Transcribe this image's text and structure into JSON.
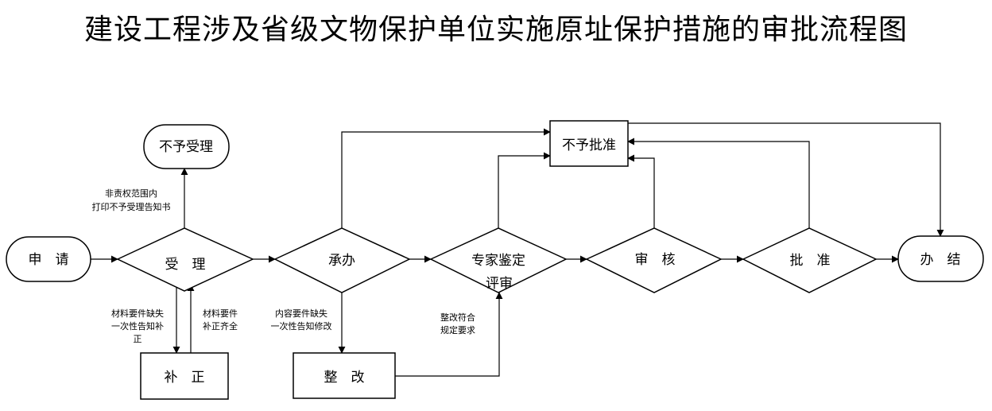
{
  "title": "建设工程涉及省级文物保护单位实施原址保护措施的审批流程图",
  "nodes": {
    "apply": "申　请",
    "accept": "受　理",
    "not_accept": "不予受理",
    "supplement": "补　正",
    "handle": "承办",
    "rectify": "整　改",
    "expert_line1": "专家鉴定",
    "expert_line2": "评审",
    "not_approve": "不予批准",
    "review": "审　核",
    "approve": "批　准",
    "finish": "办　结"
  },
  "notes": {
    "not_in_scope_line1": "非责权范围内",
    "not_in_scope_line2": "打印不予受理告知书",
    "materials_missing_line1": "材料要件缺失",
    "materials_missing_line2": "一次性告知补",
    "materials_missing_line3": "正",
    "materials_complete_line1": "材料要件",
    "materials_complete_line2": "补正齐全",
    "content_missing_line1": "内容要件缺失",
    "content_missing_line2": "一次性告知修改",
    "rectify_ok_line1": "整改符合",
    "rectify_ok_line2": "规定要求"
  }
}
